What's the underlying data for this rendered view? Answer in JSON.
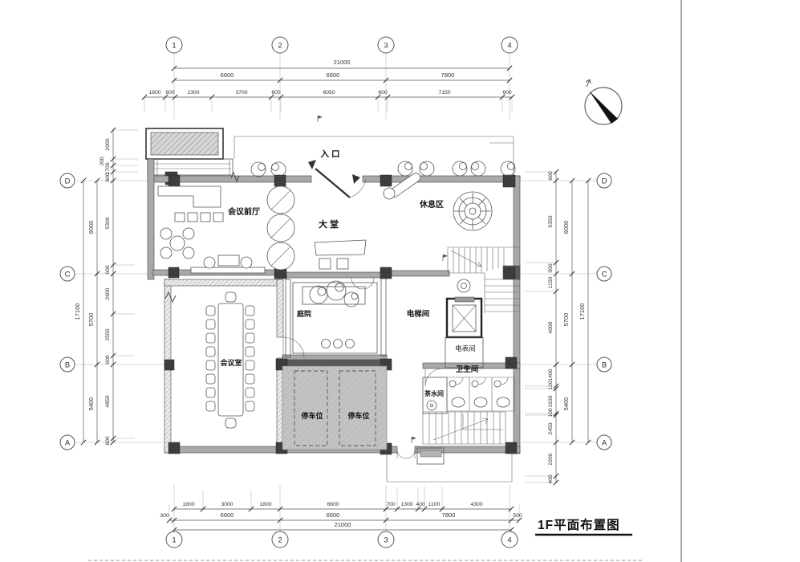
{
  "title": "1F平面布置图",
  "grid": {
    "cols": [
      "1",
      "2",
      "3",
      "4"
    ],
    "rows": [
      "D",
      "C",
      "B",
      "A"
    ]
  },
  "dims": {
    "top": {
      "total": "21000",
      "spans": [
        "6600",
        "6600",
        "7800"
      ],
      "sub": [
        "1600",
        "600",
        "2300",
        "3700",
        "600",
        "6050",
        "600",
        "7150",
        "600"
      ]
    },
    "bottom": {
      "total": "21000",
      "spans": [
        "300",
        "6600",
        "6600",
        "7800",
        "500"
      ],
      "sub": [
        "1800",
        "3000",
        "1800",
        "6600",
        "700",
        "1300",
        "400",
        "1100",
        "4300"
      ]
    },
    "left": {
      "total": "17100",
      "spans": [
        "6000",
        "5700",
        "5400"
      ],
      "sub": [
        "2000",
        "200",
        "1700",
        "600",
        "5300",
        "600",
        "2600",
        "2550",
        "600",
        "4850",
        "600"
      ]
    },
    "right": {
      "total": "17100",
      "spans": [
        "6000",
        "5700",
        "5400"
      ],
      "sub": [
        "600",
        "5350",
        "500",
        "1150",
        "4000",
        "1400",
        "120",
        "1630",
        "100",
        "2450",
        "2200",
        "400"
      ]
    }
  },
  "rooms": {
    "entrance": "入口",
    "lobby": "大堂",
    "lounge": "休息区",
    "meeting_foyer": "会议前厅",
    "meeting_room": "会议室",
    "courtyard": "庭院",
    "elevator": "电梯间",
    "meter_room": "电表间",
    "toilet": "卫生间",
    "pantry": "茶水间",
    "parking_1": "停车位",
    "parking_2": "停车位"
  },
  "colors": {
    "wall_fill": "#a9a9a9",
    "wall_dark": "#5a5a5a",
    "column": "#3d3d3d",
    "parking_fill": "#c6c6c6",
    "dim_text": "#333333",
    "line": "#3c3c3c"
  }
}
